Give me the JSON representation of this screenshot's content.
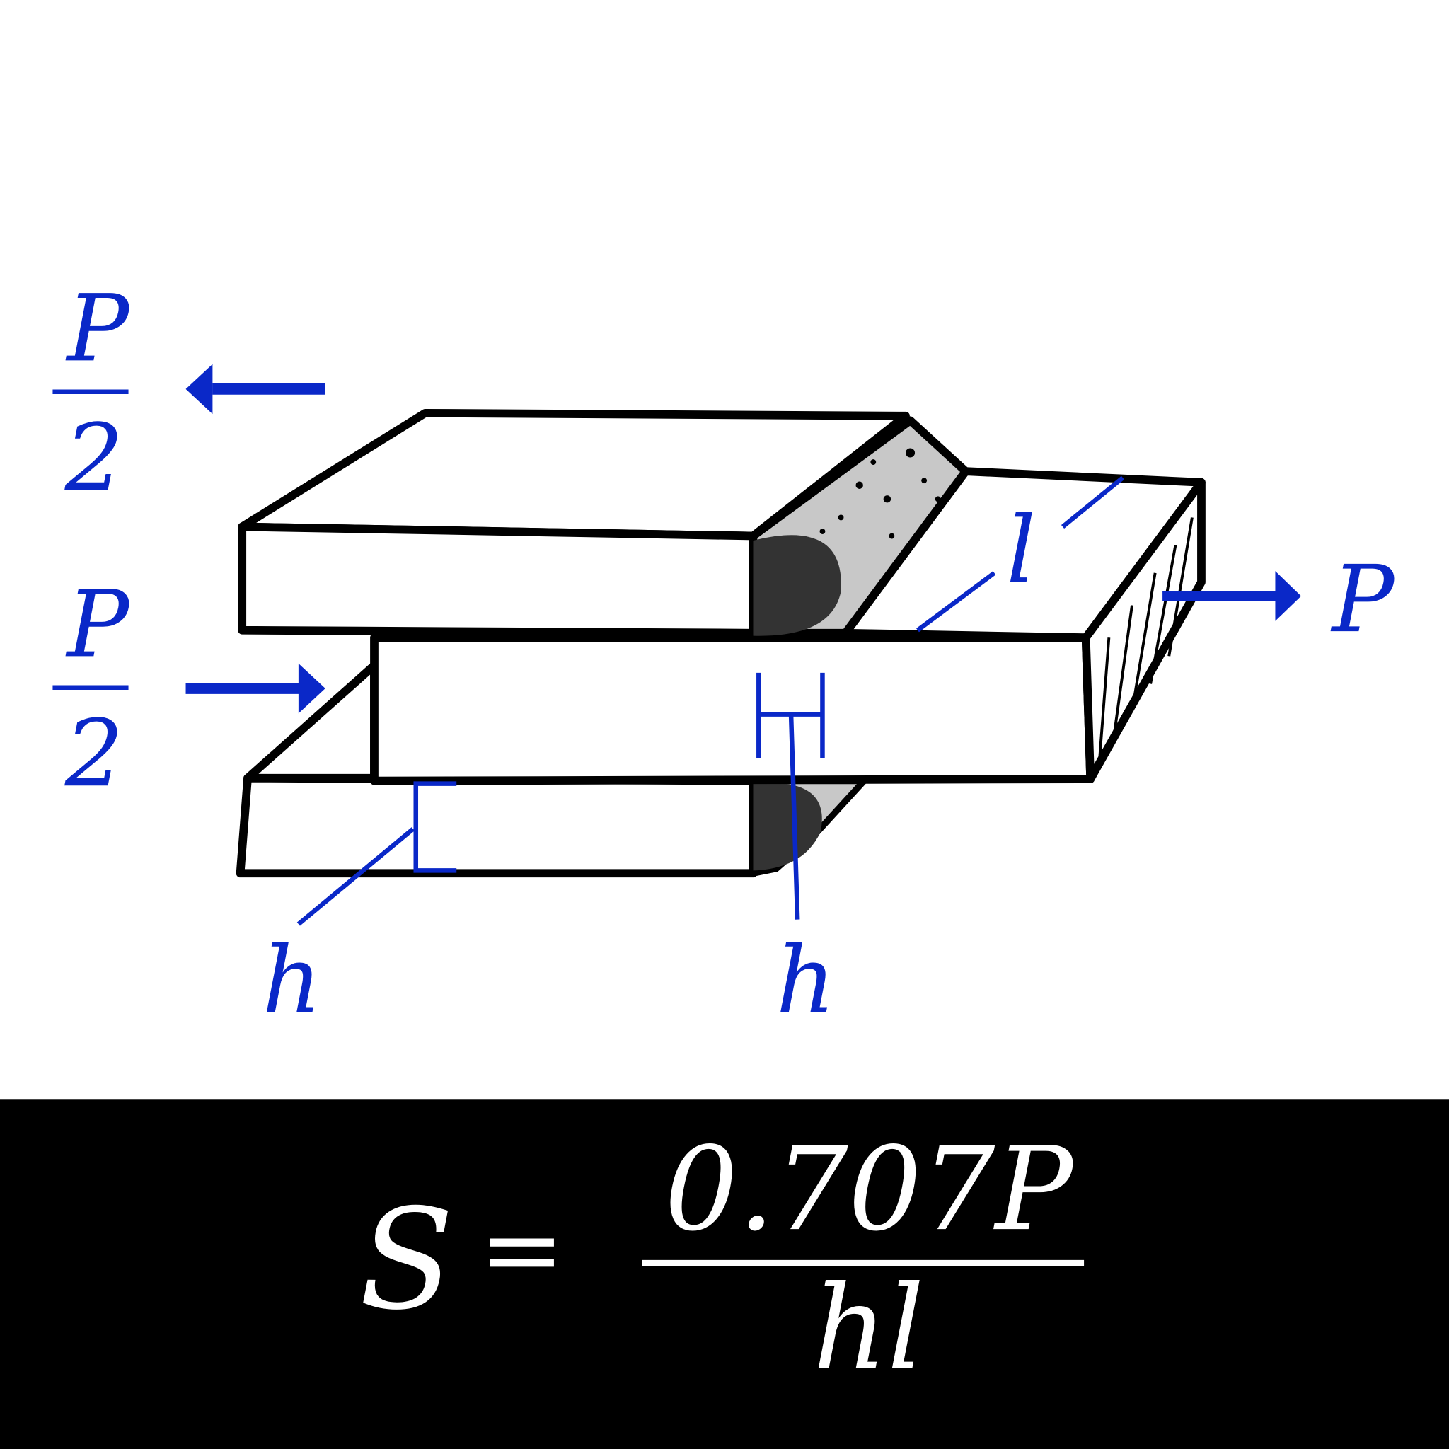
{
  "diagram": {
    "left_top_force": {
      "numerator": "P",
      "denominator": "2"
    },
    "left_bottom_force": {
      "numerator": "P",
      "denominator": "2"
    },
    "right_force": "P",
    "length_label": "l",
    "leg_label_left": "h",
    "leg_label_right": "h"
  },
  "formula": {
    "lhs": "S",
    "equals": "=",
    "numerator": "0.707P",
    "denominator": "hl"
  },
  "colors": {
    "annotation": "#0a28c8",
    "outline": "#000000",
    "weld": "#c8c8c8",
    "weld_end": "#333333",
    "formula_band": "#000000"
  }
}
